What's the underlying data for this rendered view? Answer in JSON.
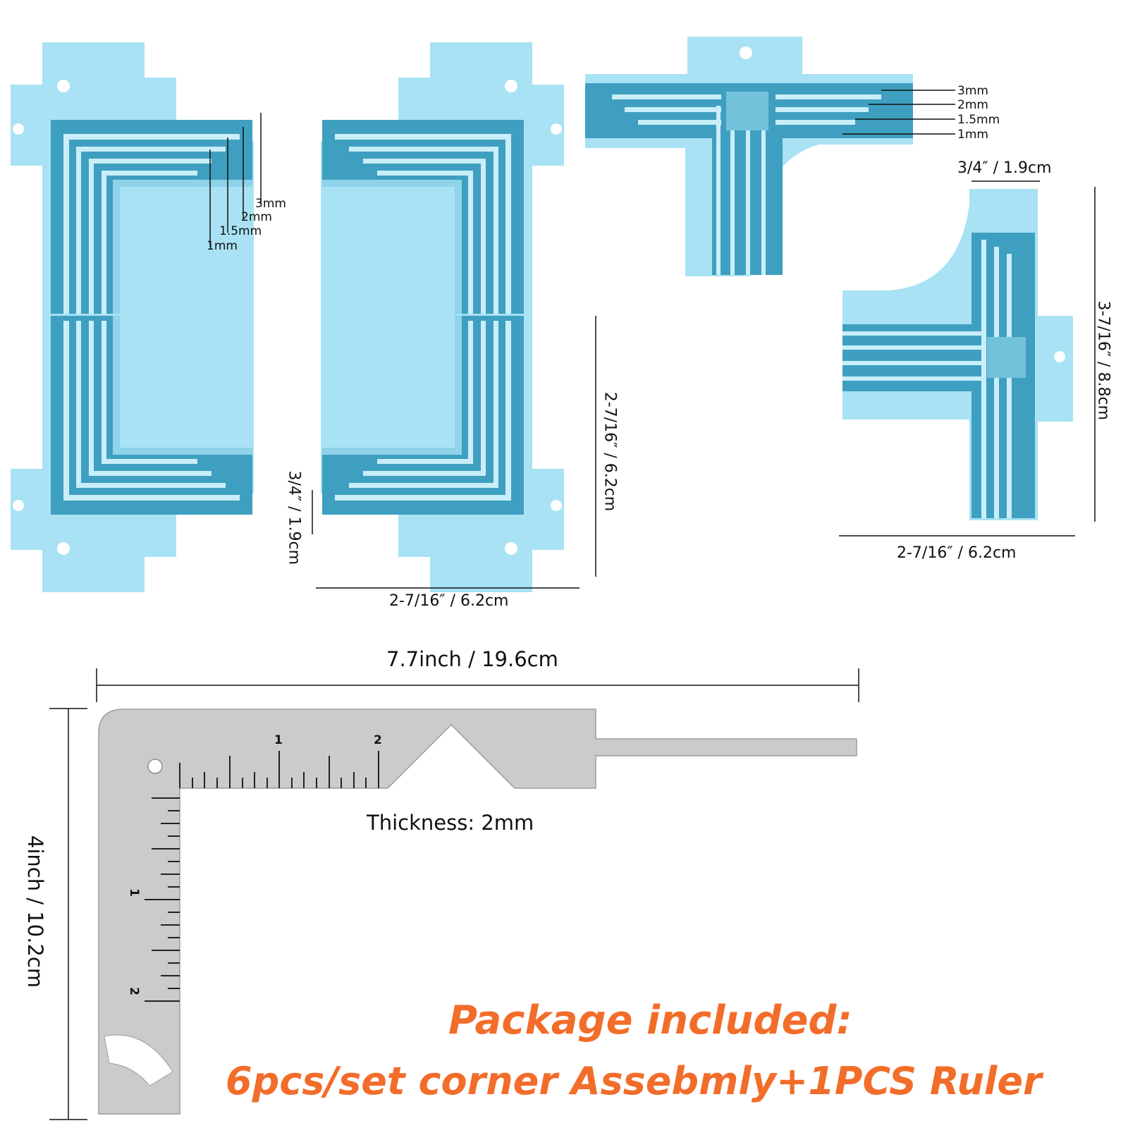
{
  "colors": {
    "mold_blue": "#a8e2f4",
    "mold_deep": "#3f9fc0",
    "mold_mid": "#73c2dc",
    "steel": "#c9cbcd",
    "steel_edge": "#9a9c9e",
    "accent_orange": "#f26d2a",
    "dimension_line": "#111111"
  },
  "corner_mold": {
    "groove_labels": [
      "3mm",
      "2mm",
      "1.5mm",
      "1mm"
    ],
    "width_label": "2-7/16″ / 6.2cm",
    "height_label": "2-7/16″ / 6.2cm",
    "depth_label": "3/4″ / 1.9cm"
  },
  "t_mold": {
    "groove_labels": [
      "3mm",
      "2mm",
      "1.5mm",
      "1mm"
    ],
    "depth_label": "3/4″ / 1.9cm",
    "height_label": "3-7/16″ / 8.8cm",
    "width_label": "2-7/16″ / 6.2cm"
  },
  "ruler": {
    "width_label": "7.7inch / 19.6cm",
    "height_label": "4inch / 10.2cm",
    "thickness_label": "Thickness: 2mm",
    "horizontal_ticks": [
      "1",
      "2"
    ],
    "vertical_ticks": [
      "1",
      "2"
    ]
  },
  "package": {
    "line1": "Package included:",
    "line2": "6pcs/set corner Assebmly+1PCS Ruler"
  }
}
